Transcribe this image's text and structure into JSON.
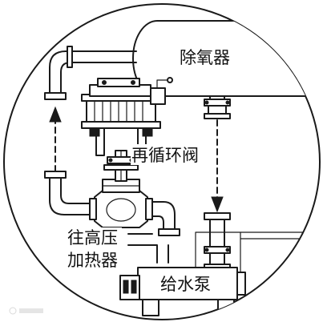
{
  "labels": {
    "deaerator": "除氧器",
    "recirculation_valve": "再循环阀",
    "to_hp_heater_line1": "往高压",
    "to_hp_heater_line2": "加热器",
    "feed_pump": "给水泵"
  },
  "colors": {
    "line": "#1a1a1a",
    "background": "#ffffff",
    "watermark": "#b5b5b5"
  },
  "icons": {
    "flow_arrow_up": "arrow-up-icon",
    "flow_arrow_down": "arrow-down-icon"
  }
}
